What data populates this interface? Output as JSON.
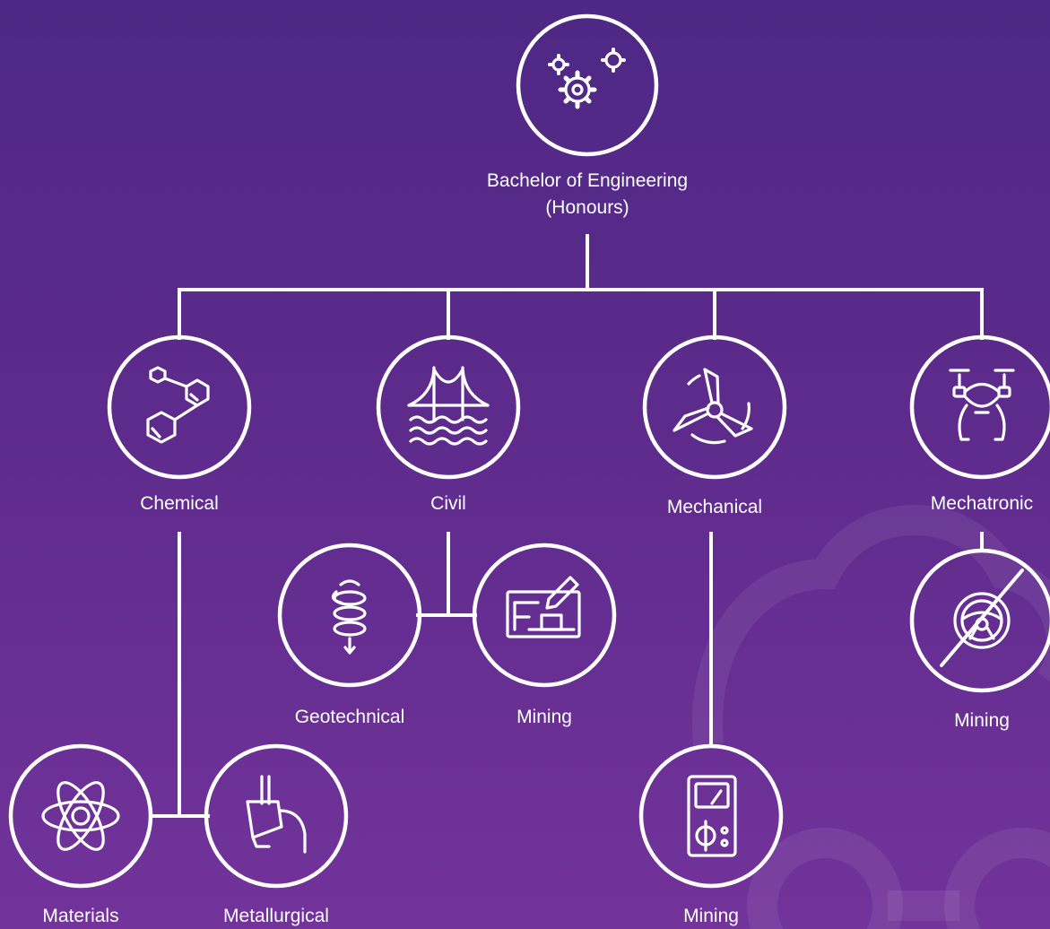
{
  "diagram": {
    "root": {
      "line1": "Bachelor of Engineering",
      "line2": "(Honours)",
      "icon": "gears-icon"
    },
    "branches": [
      {
        "label": "Chemical",
        "icon": "molecule-icon"
      },
      {
        "label": "Civil",
        "icon": "bridge-icon"
      },
      {
        "label": "Mechanical",
        "icon": "wind-turbine-icon"
      },
      {
        "label": "Mechatronic",
        "icon": "drone-icon"
      }
    ],
    "majors": [
      {
        "label": "Materials",
        "icon": "atom-icon"
      },
      {
        "label": "Metallurgical",
        "icon": "crucible-pour-icon"
      },
      {
        "label": "Geotechnical",
        "icon": "drill-spiral-icon"
      },
      {
        "label": "Mining",
        "icon": "blueprint-pencil-icon"
      },
      {
        "label": "Mining",
        "icon": "multimeter-icon"
      },
      {
        "label": "Mining",
        "icon": "steering-wheel-crossed-icon"
      }
    ],
    "colors": {
      "background_top": "#4e2884",
      "background_bottom": "#72339a",
      "stroke": "#ffffff"
    }
  }
}
